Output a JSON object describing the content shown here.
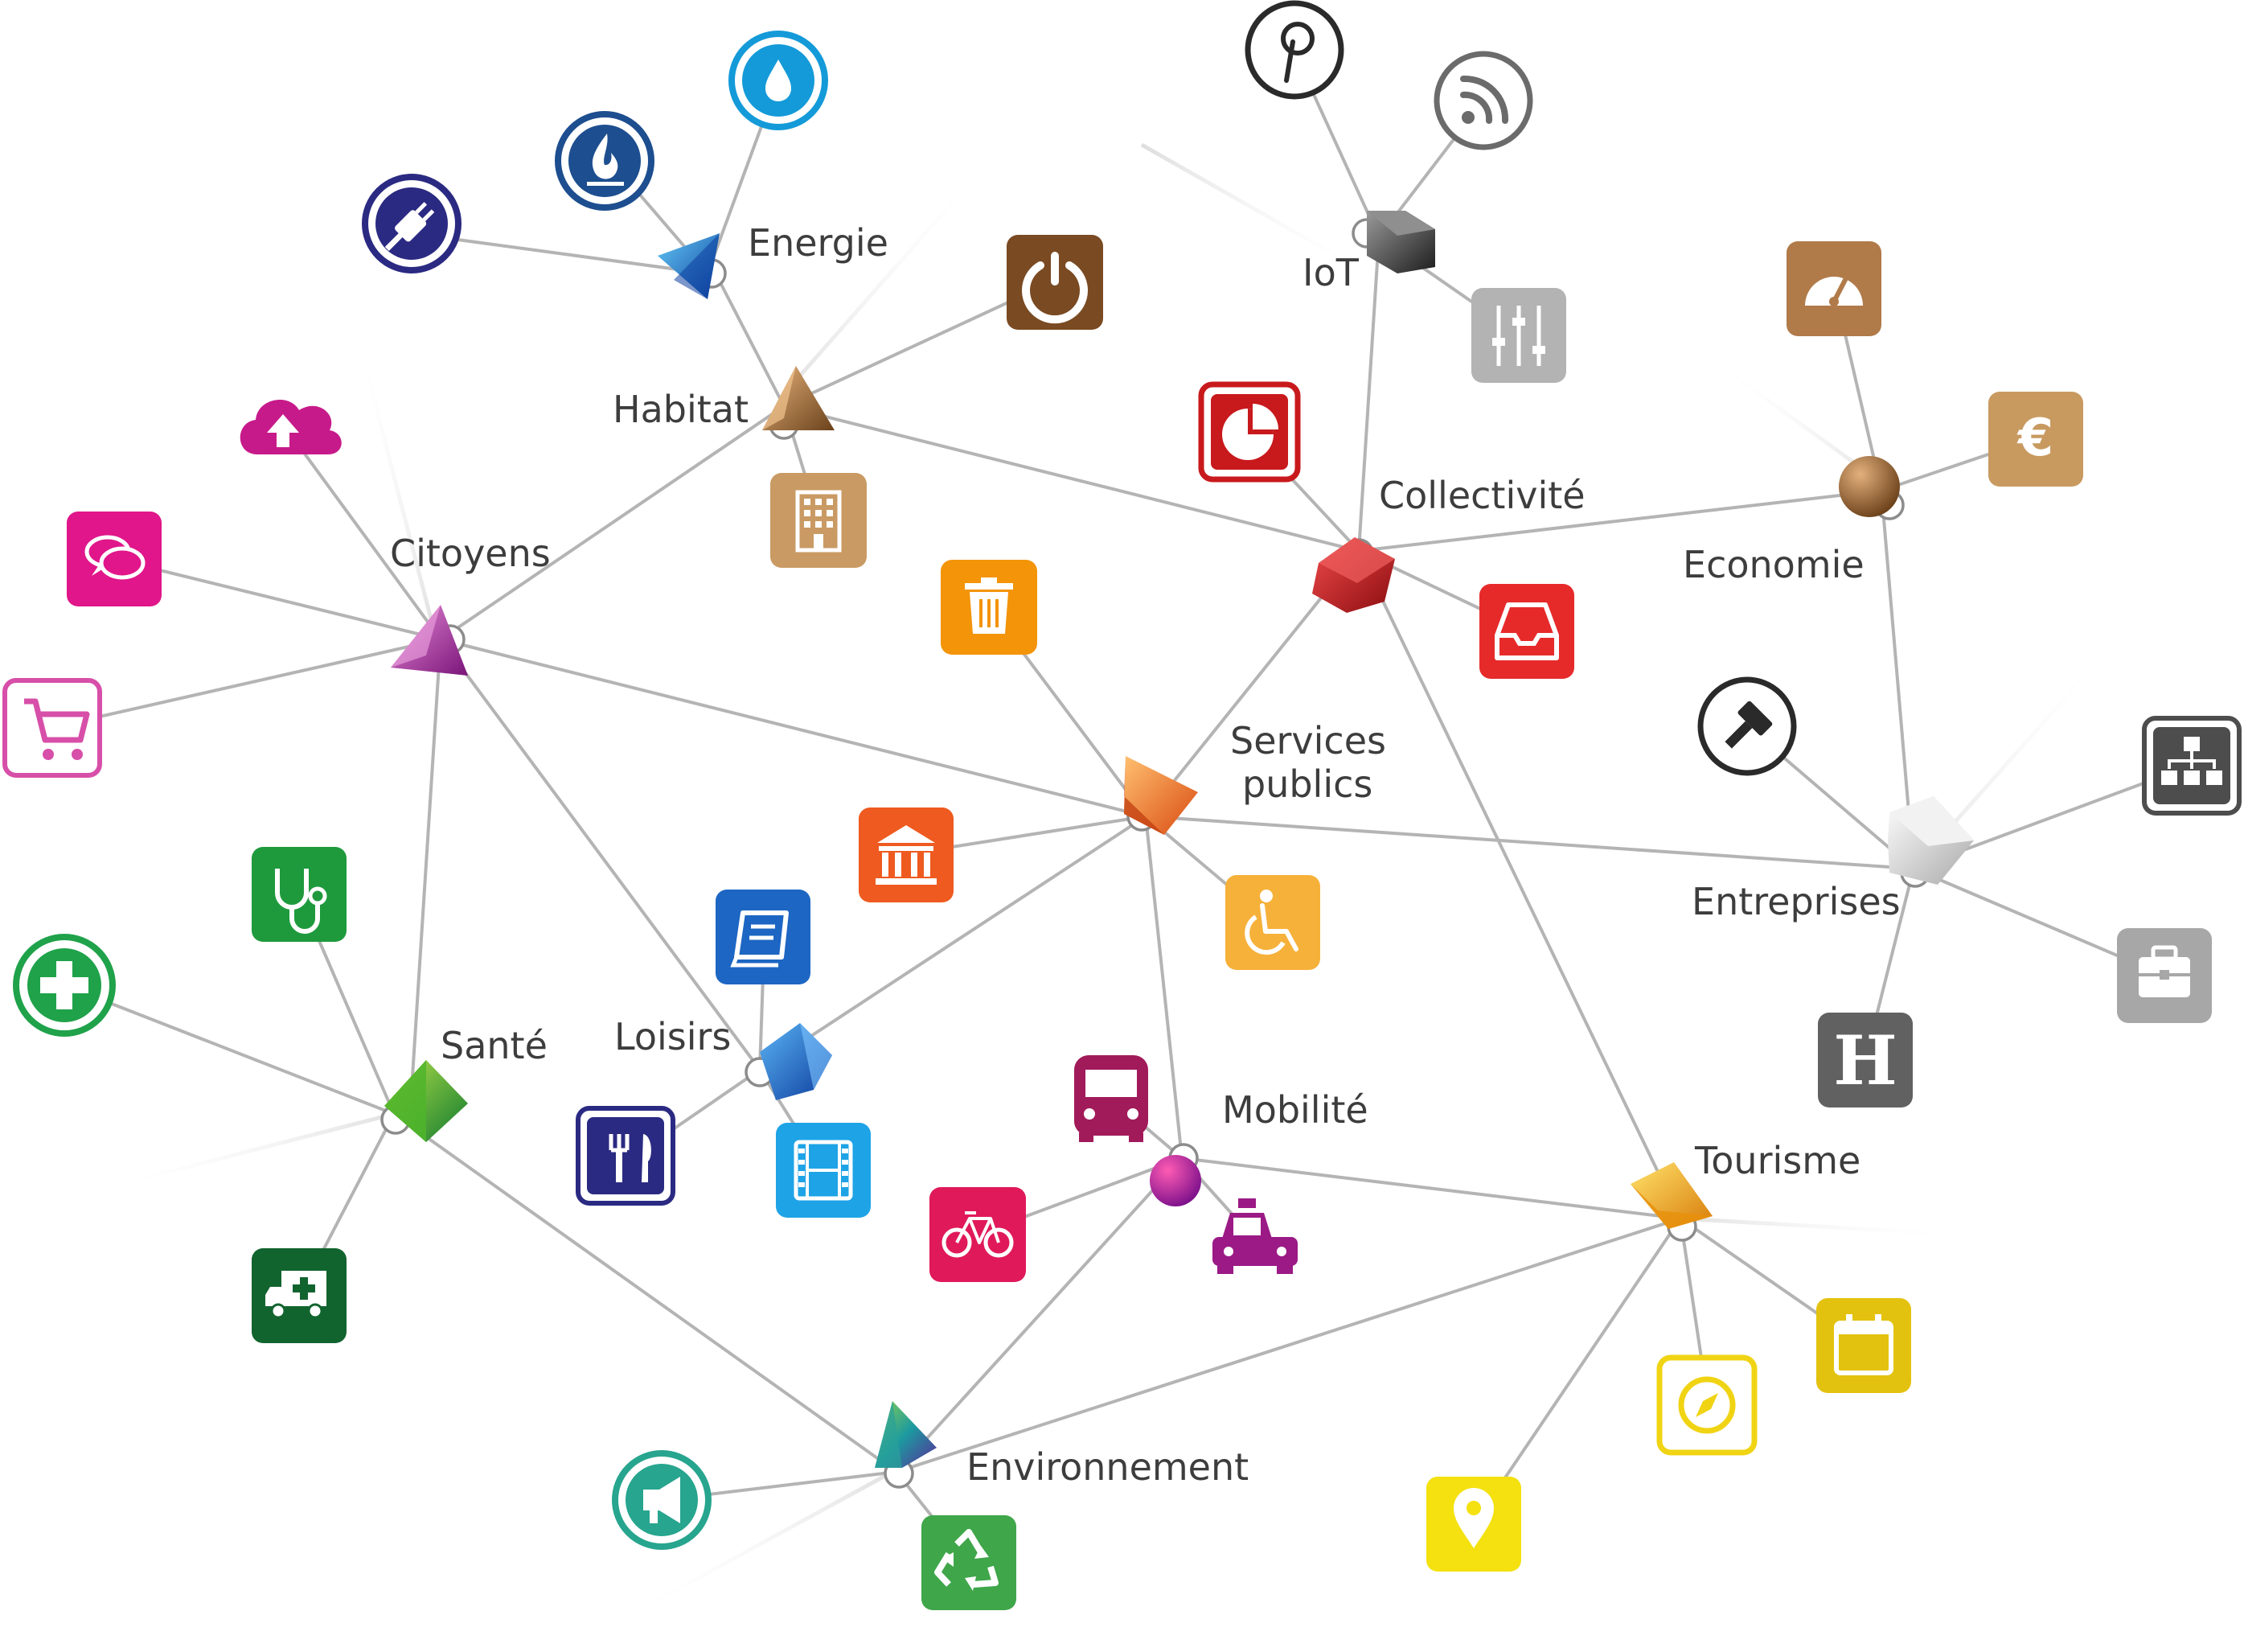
{
  "diagram": {
    "nodes": {
      "energie": "Energie",
      "iot": "IoT",
      "habitat": "Habitat",
      "citoyens": "Citoyens",
      "collectivite": "Collectivité",
      "economie": "Economie",
      "services_publics_line1": "Services",
      "services_publics_line2": "publics",
      "entreprises": "Entreprises",
      "sante": "Santé",
      "loisirs": "Loisirs",
      "mobilite": "Mobilité",
      "tourisme": "Tourisme",
      "environnement": "Environnement"
    },
    "icon_letters": {
      "hotel": "H",
      "euro": "€"
    },
    "colors": {
      "edge": "#b4b4b4",
      "label": "#3d3d3d",
      "energie": "#1f6fc0",
      "habitat": "#9a6b3a",
      "citoyens": "#c2189b",
      "collectivite": "#c8191c",
      "services_publics": "#f08a1e",
      "economie": "#a97443",
      "iot": "#555555",
      "entreprises": "#cfcfcf",
      "sante": "#38a13a",
      "loisirs": "#1a68c8",
      "mobilite": "#b01a8c",
      "tourisme": "#f0b21a",
      "environnement": "#2aa19a"
    }
  }
}
